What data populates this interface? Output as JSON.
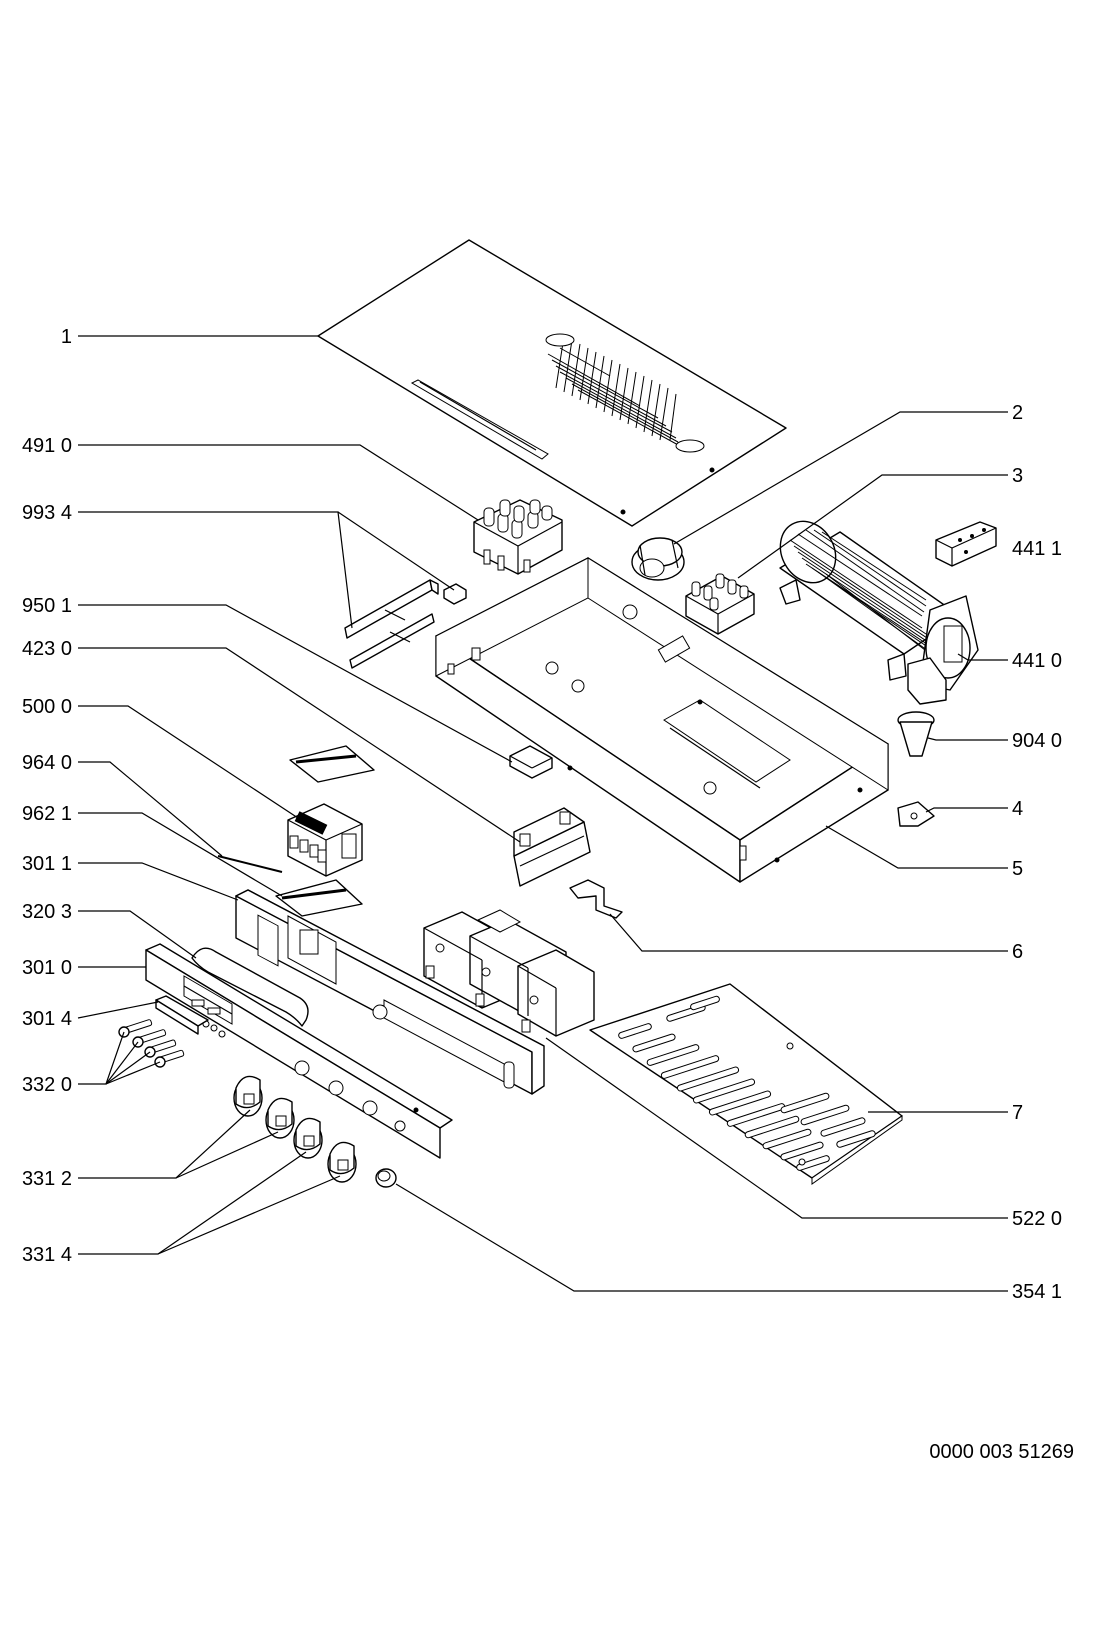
{
  "callouts_left": [
    {
      "id": "1",
      "text": "1"
    },
    {
      "id": "491_0",
      "text": "491 0"
    },
    {
      "id": "993_4",
      "text": "993 4"
    },
    {
      "id": "950_1",
      "text": "950 1"
    },
    {
      "id": "423_0",
      "text": "423 0"
    },
    {
      "id": "500_0",
      "text": "500 0"
    },
    {
      "id": "964_0",
      "text": "964 0"
    },
    {
      "id": "962_1",
      "text": "962 1"
    },
    {
      "id": "301_1",
      "text": "301 1"
    },
    {
      "id": "320_3",
      "text": "320 3"
    },
    {
      "id": "301_0",
      "text": "301 0"
    },
    {
      "id": "301_4",
      "text": "301 4"
    },
    {
      "id": "332_0",
      "text": "332 0"
    },
    {
      "id": "331_2",
      "text": "331 2"
    },
    {
      "id": "331_4",
      "text": "331 4"
    }
  ],
  "callouts_right": [
    {
      "id": "2",
      "text": "2"
    },
    {
      "id": "3",
      "text": "3"
    },
    {
      "id": "441_1",
      "text": "441 1"
    },
    {
      "id": "441_0",
      "text": "441 0"
    },
    {
      "id": "904_0",
      "text": "904 0"
    },
    {
      "id": "4",
      "text": "4"
    },
    {
      "id": "5",
      "text": "5"
    },
    {
      "id": "6",
      "text": "6"
    },
    {
      "id": "7",
      "text": "7"
    },
    {
      "id": "522_0",
      "text": "522 0"
    },
    {
      "id": "354_1",
      "text": "354 1"
    }
  ],
  "document_number": "0000 003 51269"
}
